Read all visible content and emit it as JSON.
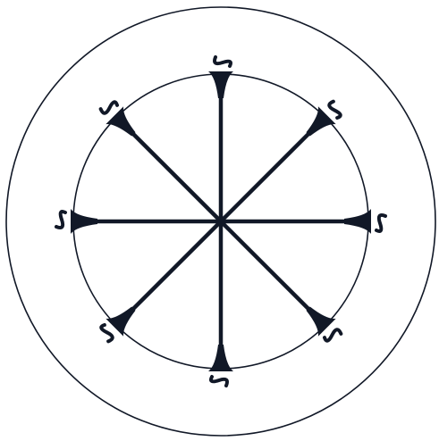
{
  "colors": {
    "background": "#ffffff",
    "ink": "#111827"
  },
  "symbol": {
    "type": "emblem",
    "rings": 2,
    "spokes": 8,
    "spoke_end_icons": [
      "scroll-s-flourish-icon",
      "scroll-s-flourish-icon",
      "hook-c-flourish-icon",
      "scroll-s-flourish-icon",
      "trumpet-bell-icon",
      "crossed-circle-flourish-icon",
      "rake-flourish-icon",
      "scroll-s-flourish-icon"
    ]
  }
}
